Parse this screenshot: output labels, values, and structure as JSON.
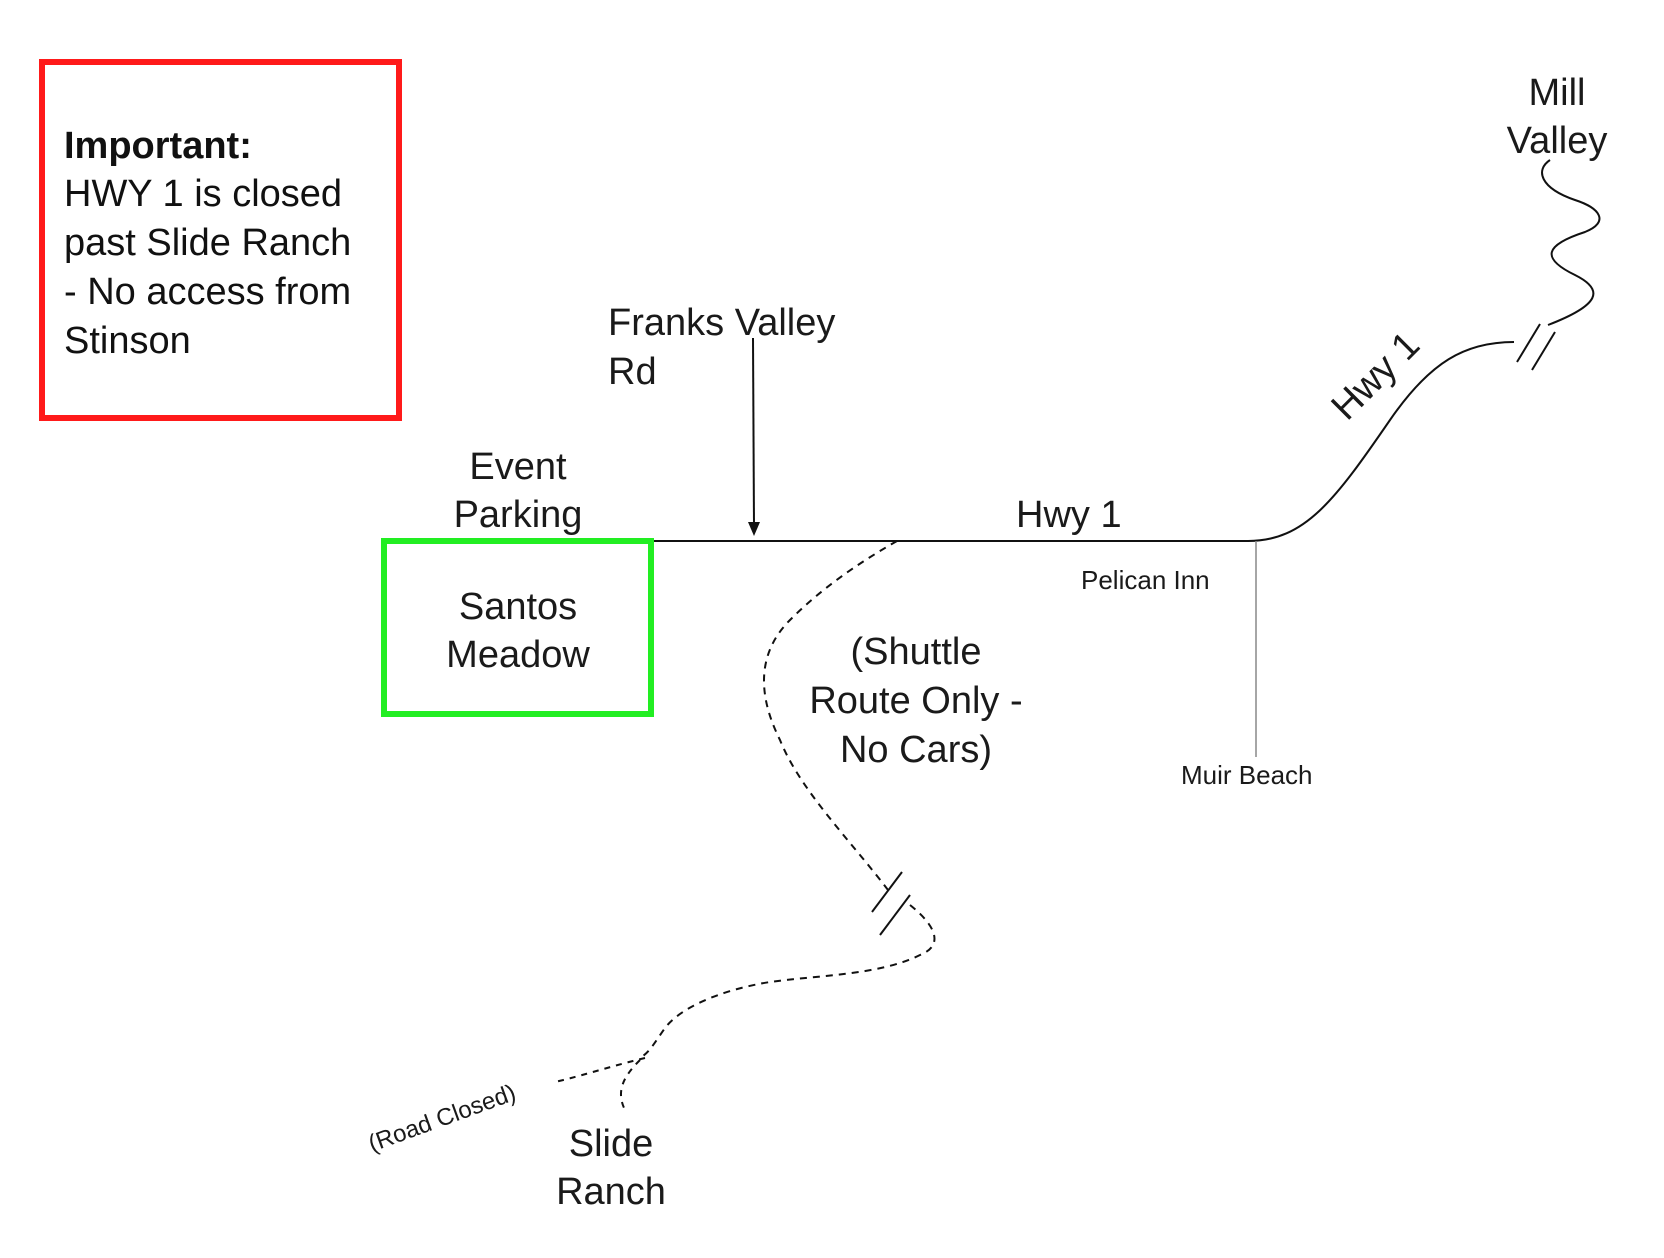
{
  "notice": {
    "heading": "Important:",
    "lines": [
      "HWY 1 is closed",
      "past Slide Ranch",
      "- No access from",
      "Stinson"
    ],
    "border_color": "#ff1a1a"
  },
  "event_parking": {
    "label_lines": [
      "Event",
      "Parking"
    ],
    "venue_lines": [
      "Santos",
      "Meadow"
    ],
    "border_color": "#22ee22"
  },
  "franks_valley": {
    "label_lines": [
      "Franks Valley",
      "Rd"
    ]
  },
  "hwy1_straight": {
    "label": "Hwy 1"
  },
  "hwy1_curve": {
    "label": "Hwy 1"
  },
  "mill_valley": {
    "label_lines": [
      "Mill",
      "Valley"
    ]
  },
  "pelican_inn": {
    "label": "Pelican Inn"
  },
  "muir_beach": {
    "label": "Muir Beach"
  },
  "shuttle_route": {
    "label_lines": [
      "(Shuttle",
      "Route Only -",
      "No Cars)"
    ]
  },
  "road_closed": {
    "label": "(Road Closed)"
  },
  "slide_ranch": {
    "label_lines": [
      "Slide",
      "Ranch"
    ]
  }
}
